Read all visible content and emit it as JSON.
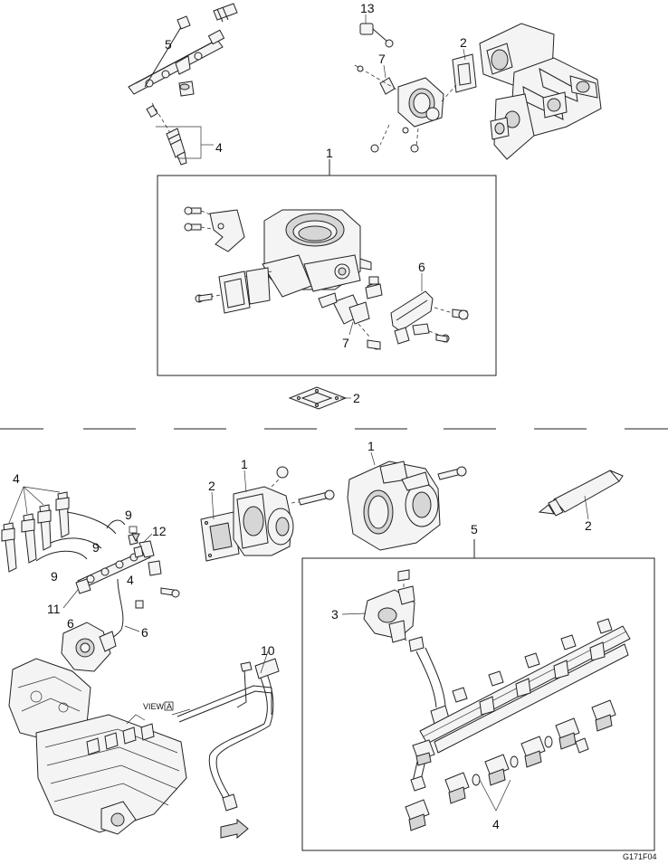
{
  "figure_code": "G171F04",
  "view_label": "VIEW",
  "view_letter": "A",
  "callouts": {
    "top": {
      "rail_5": "5",
      "injector_4": "4",
      "sensor_13": "13",
      "part_7": "7",
      "gasket_2": "2",
      "box_1": "1",
      "box_6": "6",
      "box_7": "7",
      "gasket_bottom_2": "2"
    },
    "bottom_left": {
      "injectors_4": "4",
      "line_9a": "9",
      "line_9b": "9",
      "line_9c": "9",
      "bracket_12": "12",
      "rail_4": "4",
      "sensor_11": "11",
      "pump_6": "6",
      "pipe_6": "6",
      "hose_10": "10"
    },
    "bottom_mid": {
      "gasket_2": "2",
      "throttle_1": "1",
      "throttle_1b": "1",
      "sealant_2": "2"
    },
    "bottom_right": {
      "box_5": "5",
      "housing_3": "3",
      "injectors_4": "4"
    }
  }
}
